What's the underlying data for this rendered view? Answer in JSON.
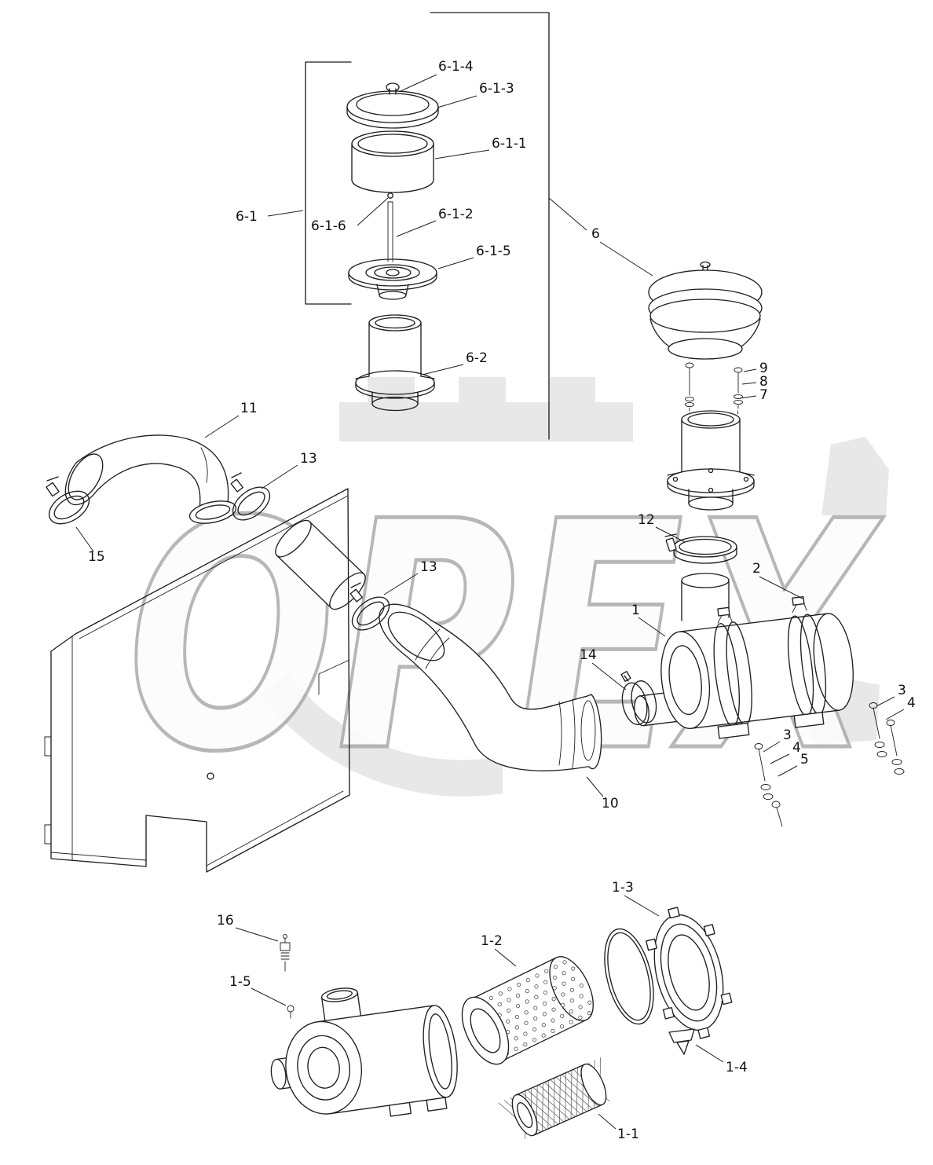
{
  "watermark": {
    "text": "OPEX"
  },
  "labels": [
    {
      "id": "6-1-4",
      "text": "6-1-4"
    },
    {
      "id": "6-1-3",
      "text": "6-1-3"
    },
    {
      "id": "6-1-1",
      "text": "6-1-1"
    },
    {
      "id": "6-1",
      "text": "6-1"
    },
    {
      "id": "6-1-6",
      "text": "6-1-6"
    },
    {
      "id": "6-1-2",
      "text": "6-1-2"
    },
    {
      "id": "6-1-5",
      "text": "6-1-5"
    },
    {
      "id": "6-2",
      "text": "6-2"
    },
    {
      "id": "6",
      "text": "6"
    },
    {
      "id": "9",
      "text": "9"
    },
    {
      "id": "8",
      "text": "8"
    },
    {
      "id": "7",
      "text": "7"
    },
    {
      "id": "11",
      "text": "11"
    },
    {
      "id": "13-upper",
      "text": "13"
    },
    {
      "id": "15",
      "text": "15"
    },
    {
      "id": "13-lower",
      "text": "13"
    },
    {
      "id": "12",
      "text": "12"
    },
    {
      "id": "2",
      "text": "2"
    },
    {
      "id": "1",
      "text": "1"
    },
    {
      "id": "14",
      "text": "14"
    },
    {
      "id": "3-right",
      "text": "3"
    },
    {
      "id": "4-right",
      "text": "4"
    },
    {
      "id": "3-mid",
      "text": "3"
    },
    {
      "id": "4-mid",
      "text": "4"
    },
    {
      "id": "5",
      "text": "5"
    },
    {
      "id": "10",
      "text": "10"
    },
    {
      "id": "1-3",
      "text": "1-3"
    },
    {
      "id": "1-2",
      "text": "1-2"
    },
    {
      "id": "16",
      "text": "16"
    },
    {
      "id": "1-5",
      "text": "1-5"
    },
    {
      "id": "1-4",
      "text": "1-4"
    },
    {
      "id": "1-1",
      "text": "1-1"
    }
  ]
}
